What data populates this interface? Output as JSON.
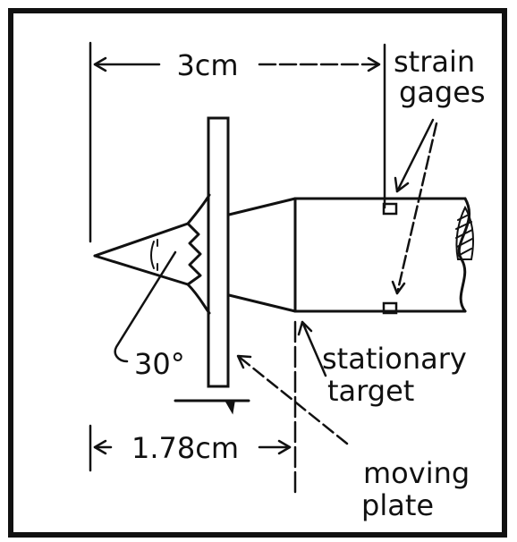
{
  "labels": {
    "dim_top": "3cm",
    "strain_line1": "strain",
    "strain_line2": "gages",
    "stationary_line1": "stationary",
    "stationary_line2": "target",
    "angle": "30°",
    "dim_bottom": "1.78cm",
    "moving_line1": "moving",
    "moving_line2": "plate"
  },
  "colors": {
    "ink": "#111111",
    "background": "#ffffff"
  }
}
